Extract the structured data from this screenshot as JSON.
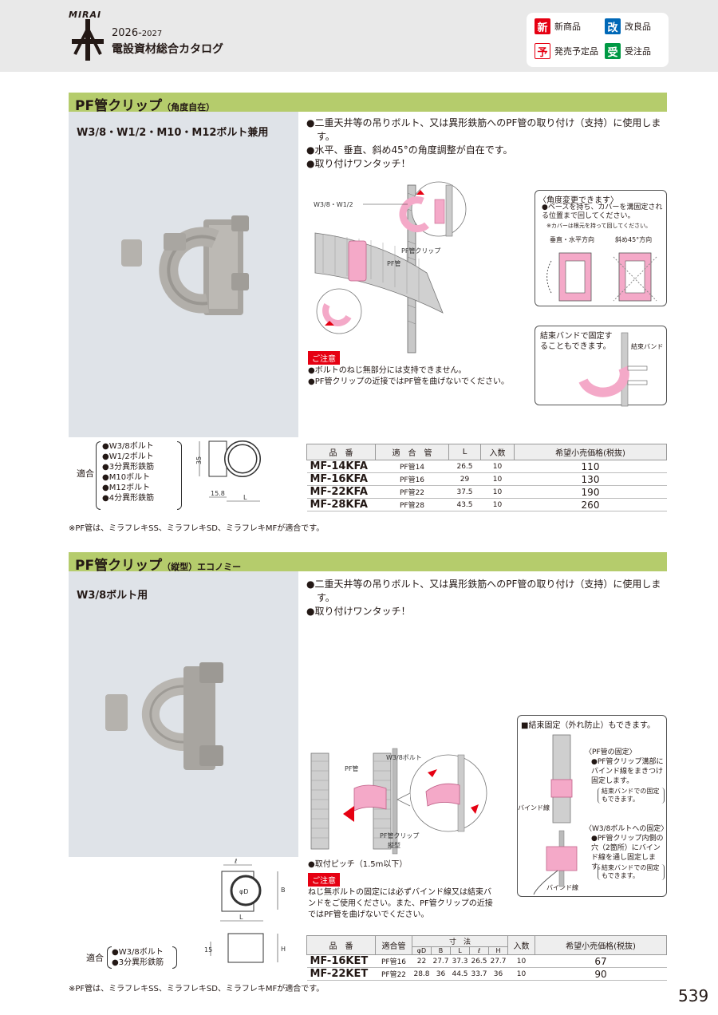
{
  "header": {
    "logo_text": "MIRAI",
    "year_main": "2026-",
    "year_sub": "2027",
    "catalog_title": "電設資材総合カタログ",
    "legend": [
      {
        "glyph": "新",
        "label": "新商品",
        "color": "#e60012"
      },
      {
        "glyph": "改",
        "label": "改良品",
        "color": "#0068b7"
      },
      {
        "glyph": "予",
        "label": "発売予定品",
        "color": "#e60012"
      },
      {
        "glyph": "受",
        "label": "受注品",
        "color": "#009944"
      }
    ]
  },
  "section1": {
    "title": "PF管クリップ",
    "subtitle": "（角度自在）",
    "bolt_title": "W3/8・W1/2・M10・M12ボルト兼用",
    "bullets": [
      "●二重天井等の吊りボルト、又は異形鉄筋へのPF管の取り付け（支持）に使用します。",
      "●水平、垂直、斜め45°の角度調整が自在です。",
      "●取り付けワンタッチ！"
    ],
    "diagram_labels": {
      "bolt": "W3/8・W1/2",
      "clip": "PF管クリップ",
      "pipe": "PF管"
    },
    "angle_box": {
      "title": "〈角度変更できます〉",
      "text1": "●ベースを持ち、カバーを溝固定される位置まで回してください。",
      "text2": "※カバーは根元を持って回してください。",
      "label_a": "垂直・水平方向",
      "label_b": "斜め45°方向"
    },
    "band_box": {
      "text": "結束バンドで固定することもできます。",
      "label": "結束バンド"
    },
    "caution_tag": "ご注意",
    "cautions": [
      "●ボルトのねじ無部分には支持できません。",
      "●PF管クリップの近接ではPF管を曲げないでください。"
    ],
    "applicable_label": "適合",
    "applicable": [
      "●W3/8ボルト",
      "●W1/2ボルト",
      "●3分異形鉄筋",
      "●M10ボルト",
      "●M12ボルト",
      "●4分異形鉄筋"
    ],
    "dims": {
      "h": "35",
      "w": "15.8",
      "l": "L"
    },
    "table": {
      "headers": [
        "品　番",
        "適　合　管",
        "L",
        "入数",
        "希望小売価格(税抜)"
      ],
      "rows": [
        {
          "code": "MF-14KFA",
          "pipe": "PF管14",
          "l": "26.5",
          "qty": "10",
          "price": "110"
        },
        {
          "code": "MF-16KFA",
          "pipe": "PF管16",
          "l": "29",
          "qty": "10",
          "price": "130"
        },
        {
          "code": "MF-22KFA",
          "pipe": "PF管22",
          "l": "37.5",
          "qty": "10",
          "price": "190"
        },
        {
          "code": "MF-28KFA",
          "pipe": "PF管28",
          "l": "43.5",
          "qty": "10",
          "price": "260"
        }
      ]
    },
    "note": "※PF管は、ミラフレキSS、ミラフレキSD、ミラフレキMFが適合です。"
  },
  "section2": {
    "title": "PF管クリップ",
    "subtitle": "（縦型）エコノミー",
    "bolt_title": "W3/8ボルト用",
    "bullets": [
      "●二重天井等の吊りボルト、又は異形鉄筋へのPF管の取り付け（支持）に使用します。",
      "●取り付けワンタッチ！"
    ],
    "diagram_labels": {
      "pipe": "PF管",
      "bolt": "W3/8ボルト",
      "clip": "PF管クリップ",
      "clip2": "縦型"
    },
    "pitch": "●取付ピッチ（1.5m以下）",
    "bind_box": {
      "title": "■結束固定（外れ防止）もできます。",
      "sub1": "〈PF管の固定〉",
      "text1": "●PF管クリップ溝部にバインド線をまきつけ固定します。",
      "paren1": "結束バンドでの固定もできます。",
      "bind_label": "バインド線",
      "sub2": "〈W3/8ボルトへの固定〉",
      "text2": "●PF管クリップ内側の穴（2箇所）にバインド線を通し固定します。",
      "paren2": "結束バンドでの固定もできます。",
      "bind_label2": "バインド線"
    },
    "caution_tag": "ご注意",
    "caution_text": "ねじ無ボルトの固定には必ずバインド線又は結束バンドをご使用ください。また、PF管クリップの近接ではPF管を曲げないでください。",
    "applicable_label": "適合",
    "applicable": [
      "●W3/8ボルト",
      "●3分異形鉄筋"
    ],
    "dims": {
      "l1": "ℓ",
      "d": "φD",
      "b": "B",
      "l": "L",
      "h15": "15",
      "h": "H"
    },
    "table": {
      "headers": [
        "品　番",
        "適合管",
        "寸　法",
        "入数",
        "希望小売価格(税抜)"
      ],
      "sub_headers": [
        "φD",
        "B",
        "L",
        "ℓ",
        "H"
      ],
      "rows": [
        {
          "code": "MF-16KET",
          "pipe": "PF管16",
          "d": "22",
          "b": "27.7",
          "l": "37.3",
          "l2": "26.5",
          "h": "27.7",
          "qty": "10",
          "price": "67"
        },
        {
          "code": "MF-22KET",
          "pipe": "PF管22",
          "d": "28.8",
          "b": "36",
          "l": "44.5",
          "l2": "33.7",
          "h": "36",
          "qty": "10",
          "price": "90"
        }
      ]
    },
    "note": "※PF管は、ミラフレキSS、ミラフレキSD、ミラフレキMFが適合です。"
  },
  "page_number": "539"
}
